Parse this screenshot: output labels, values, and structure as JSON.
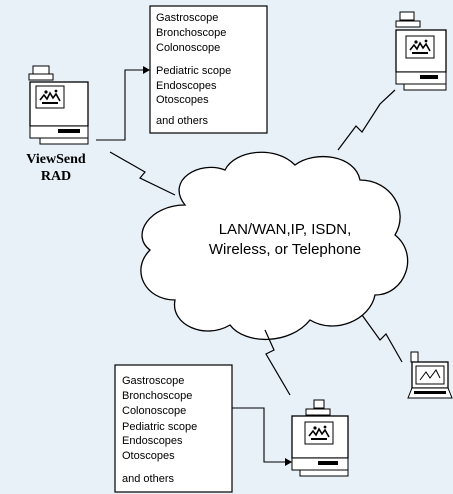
{
  "scope_list_top": {
    "items": [
      "Gastroscope",
      "Bronchoscope",
      "Colonoscope",
      "Pediatric scope",
      "Endoscopes",
      "Otoscopes"
    ],
    "footer": "and others"
  },
  "scope_list_bottom": {
    "items": [
      "Gastroscope",
      "Bronchoscope",
      "Colonoscope",
      "Pediatric scope",
      "Endoscopes",
      "Otoscopes"
    ],
    "footer": "and others"
  },
  "viewsend": {
    "line1": "ViewSend",
    "line2": "RAD"
  },
  "network": {
    "line1": "LAN/WAN,IP, ISDN,",
    "line2": "Wireless, or Telephone"
  },
  "colors": {
    "background": "#e8f0f8",
    "stroke": "#000000",
    "fill": "#ffffff"
  }
}
